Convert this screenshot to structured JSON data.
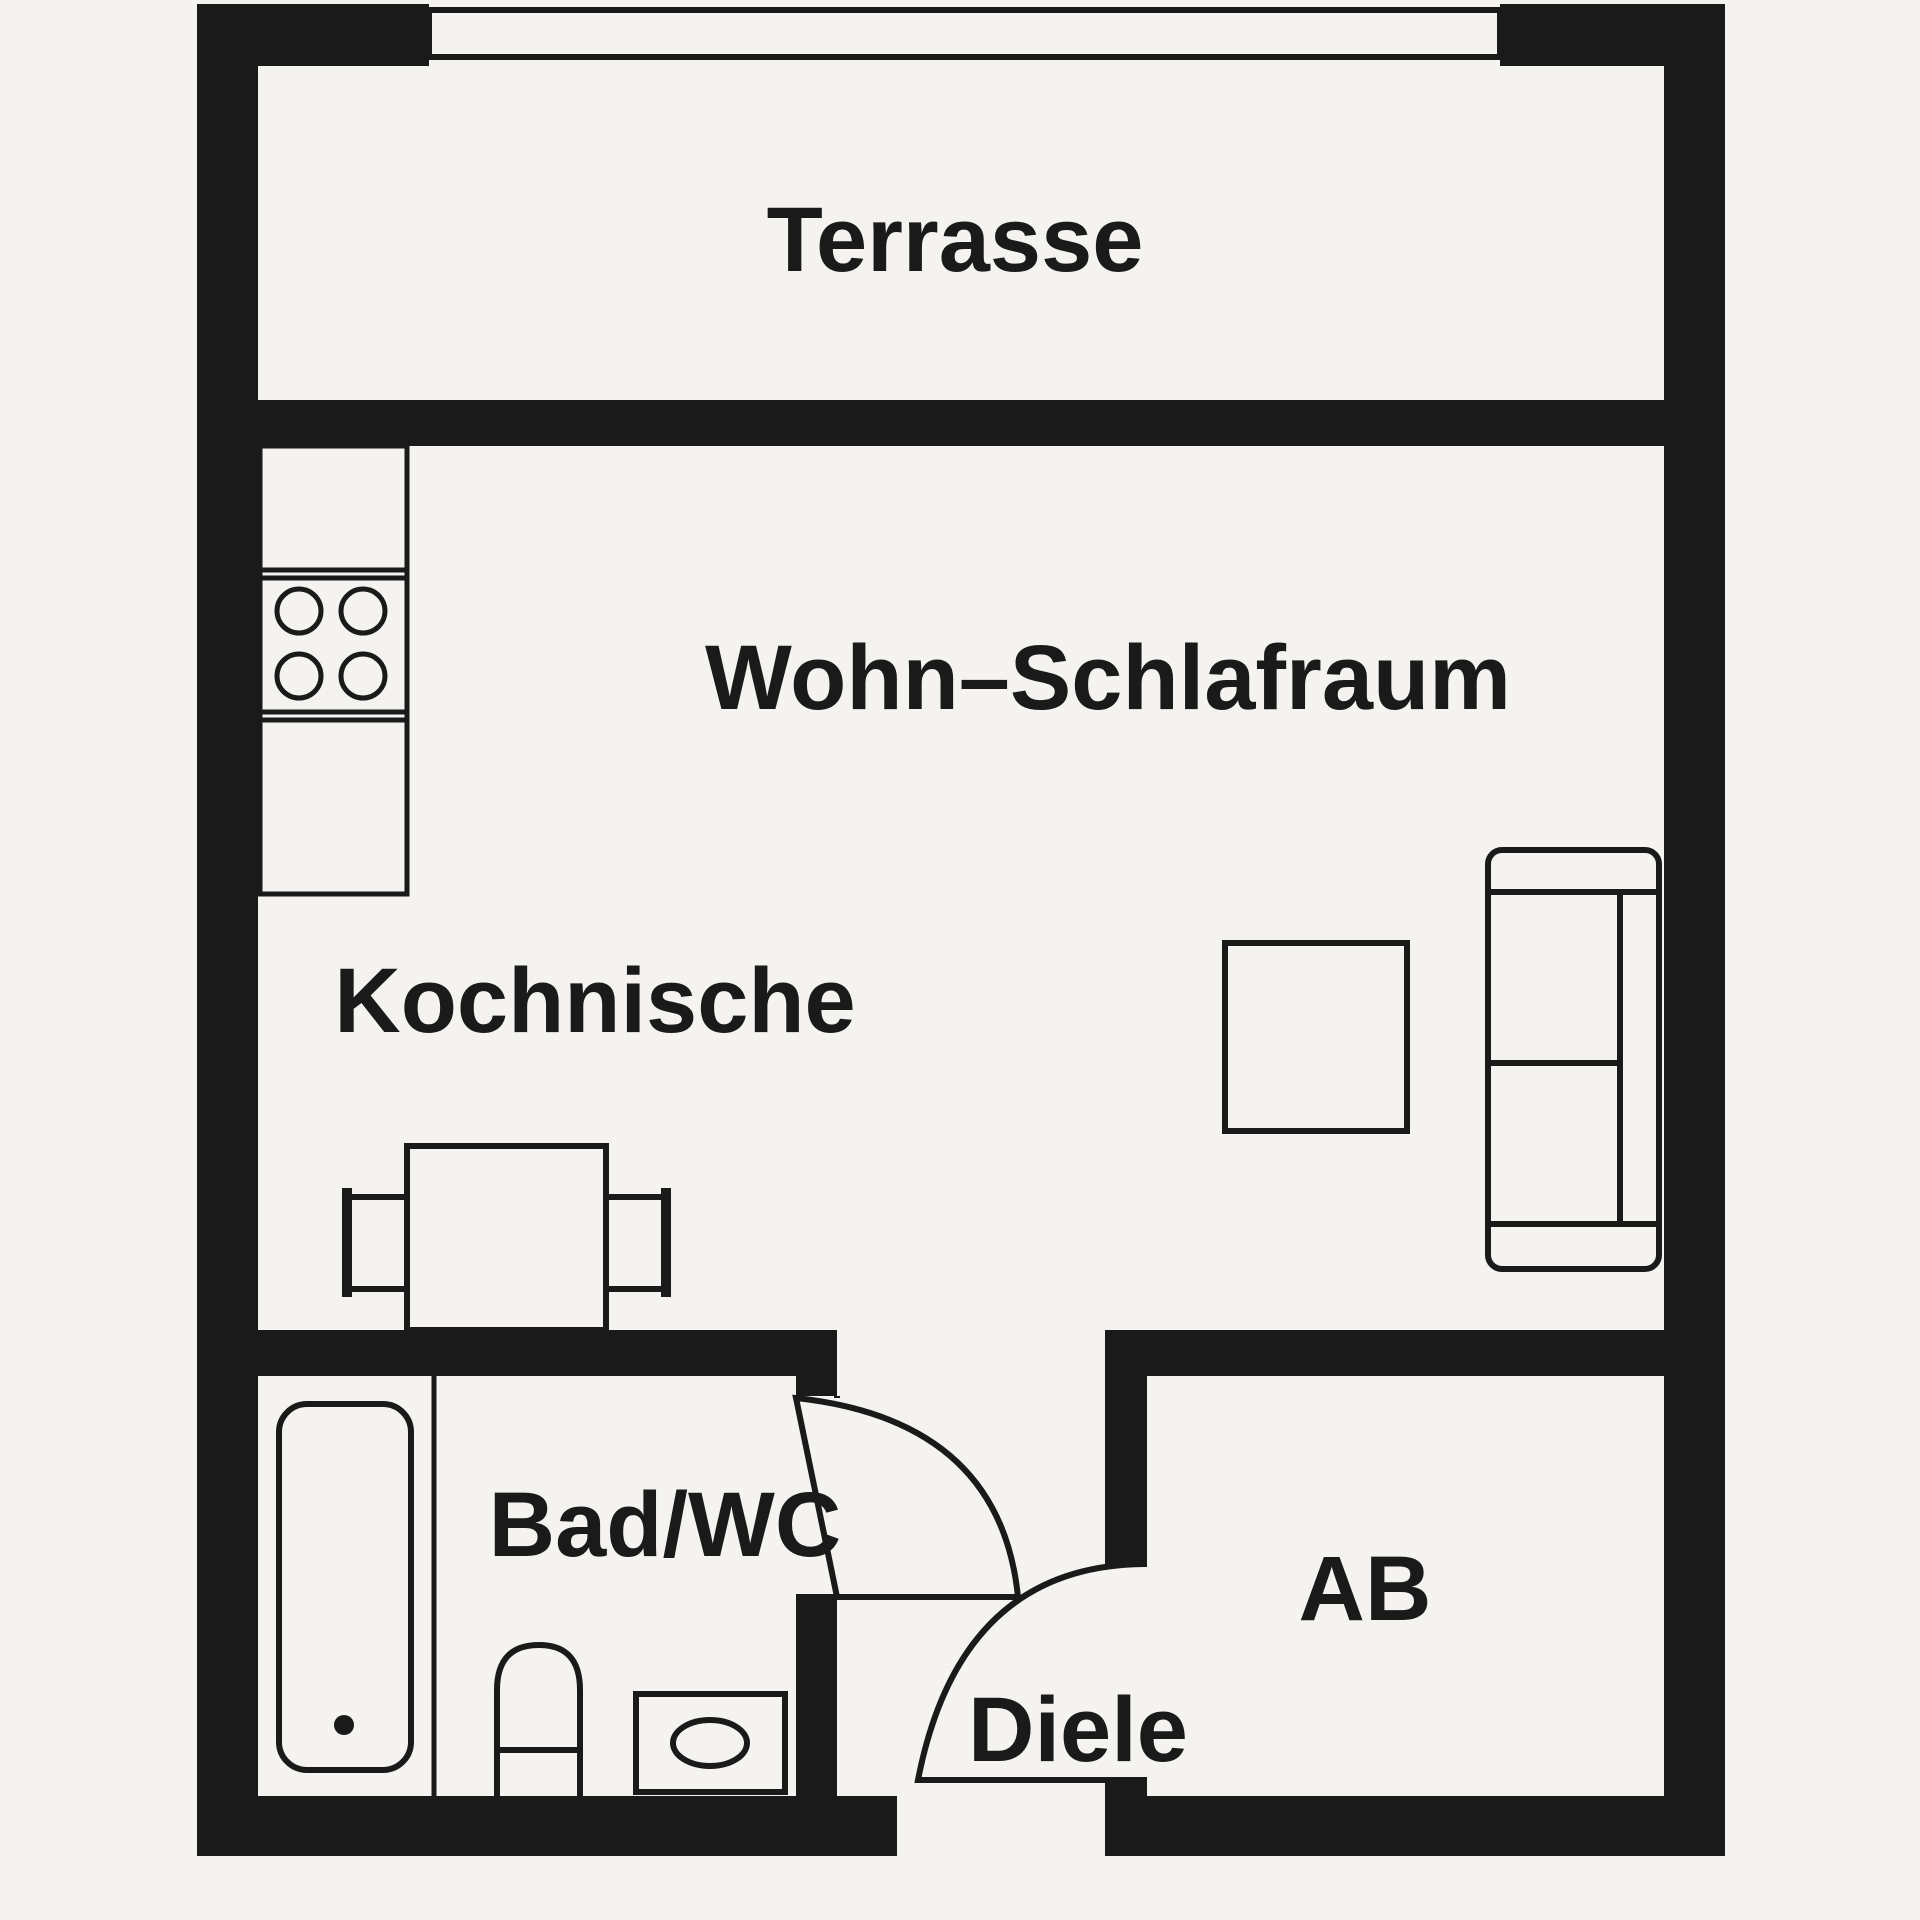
{
  "floorplan": {
    "rooms": {
      "terrace": "Terrasse",
      "living_sleeping": "Wohn–Schlafraum",
      "kitchenette": "Kochnische",
      "bathroom": "Bad/WC",
      "storage": "AB",
      "hallway": "Diele"
    }
  },
  "colors": {
    "wall": "#1a1a1a",
    "paper": "#f4f3ef"
  }
}
